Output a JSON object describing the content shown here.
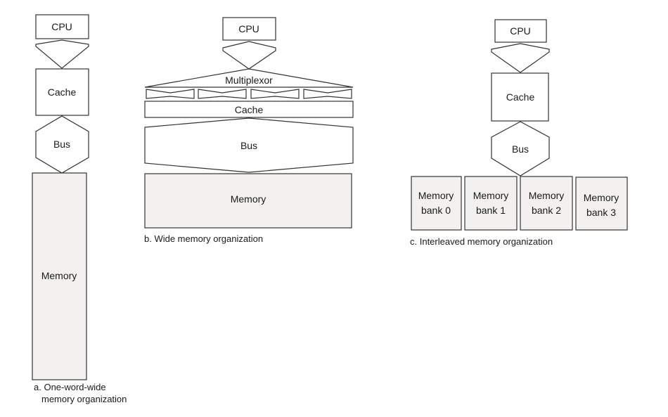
{
  "colors": {
    "stroke": "#333333",
    "box_fill": "#ffffff",
    "memory_fill": "#f3f1ef",
    "text": "#1a1a1a"
  },
  "diagram_a": {
    "cpu_label": "CPU",
    "cache_label": "Cache",
    "bus_label": "Bus",
    "memory_label": "Memory",
    "caption_line1": "a. One-word-wide",
    "caption_line2": "memory organization"
  },
  "diagram_b": {
    "cpu_label": "CPU",
    "multiplexor_label": "Multiplexor",
    "cache_label": "Cache",
    "bus_label": "Bus",
    "memory_label": "Memory",
    "caption": "b. Wide memory organization"
  },
  "diagram_c": {
    "cpu_label": "CPU",
    "cache_label": "Cache",
    "bus_label": "Bus",
    "banks": [
      {
        "line1": "Memory",
        "line2": "bank 0"
      },
      {
        "line1": "Memory",
        "line2": "bank 1"
      },
      {
        "line1": "Memory",
        "line2": "bank 2"
      },
      {
        "line1": "Memory",
        "line2": "bank 3"
      }
    ],
    "caption": "c. Interleaved memory organization"
  }
}
